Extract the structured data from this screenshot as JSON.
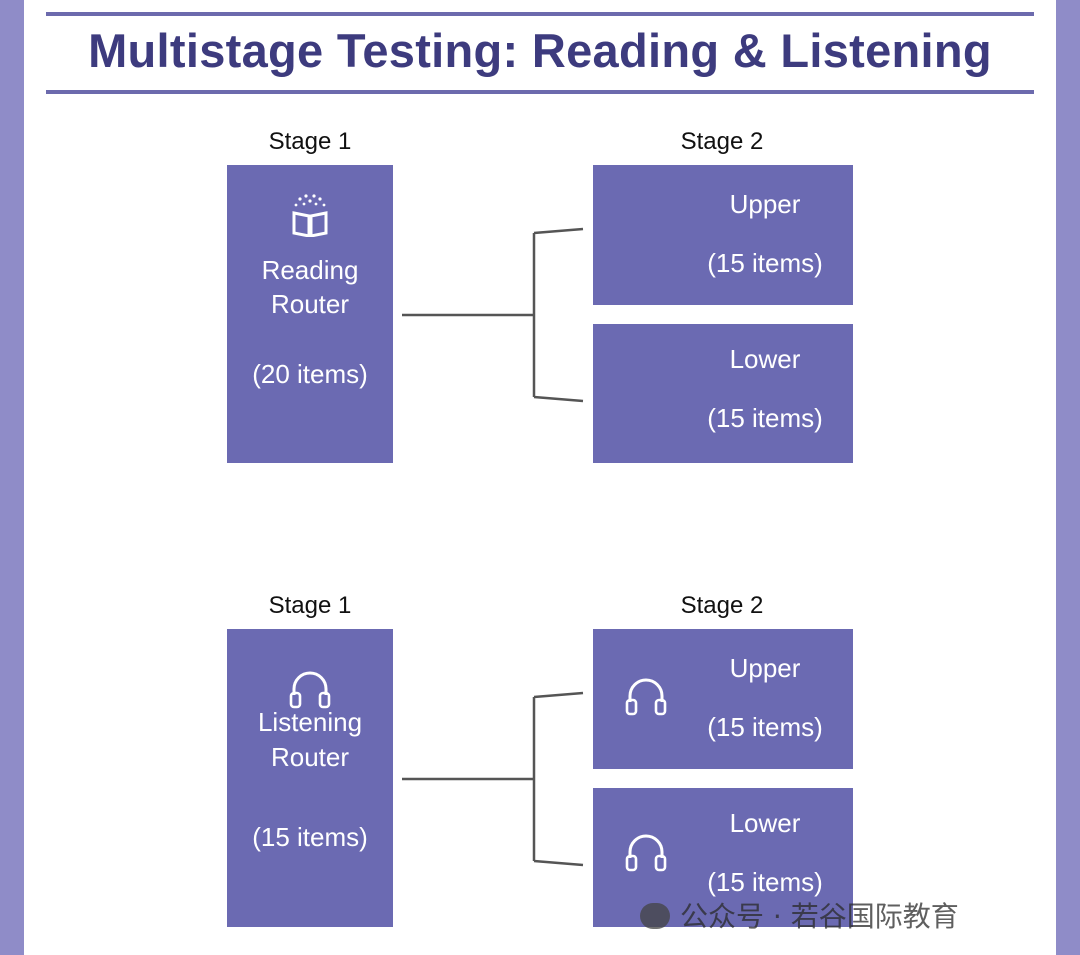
{
  "title": "Multistage Testing: Reading & Listening",
  "reading": {
    "stage1_label": "Stage 1",
    "stage2_label": "Stage 2",
    "router": {
      "line1": "Reading",
      "line2": "Router",
      "items": "(20 items)"
    },
    "upper": {
      "label": "Upper",
      "items": "(15 items)"
    },
    "lower": {
      "label": "Lower",
      "items": "(15 items)"
    },
    "icon": "open-book-icon"
  },
  "listening": {
    "stage1_label": "Stage 1",
    "stage2_label": "Stage 2",
    "router": {
      "line1": "Listening",
      "line2": "Router",
      "items": "(15 items)"
    },
    "upper": {
      "label": "Upper",
      "items": "(15 items)"
    },
    "lower": {
      "label": "Lower",
      "items": "(15 items)"
    },
    "icon": "headphones-icon"
  },
  "watermark": "公众号 · 若谷国际教育",
  "colors": {
    "box": "#6b6ab2",
    "title": "#3d3b7e",
    "border": "#8f8cc8",
    "rule": "#6c6aad"
  }
}
